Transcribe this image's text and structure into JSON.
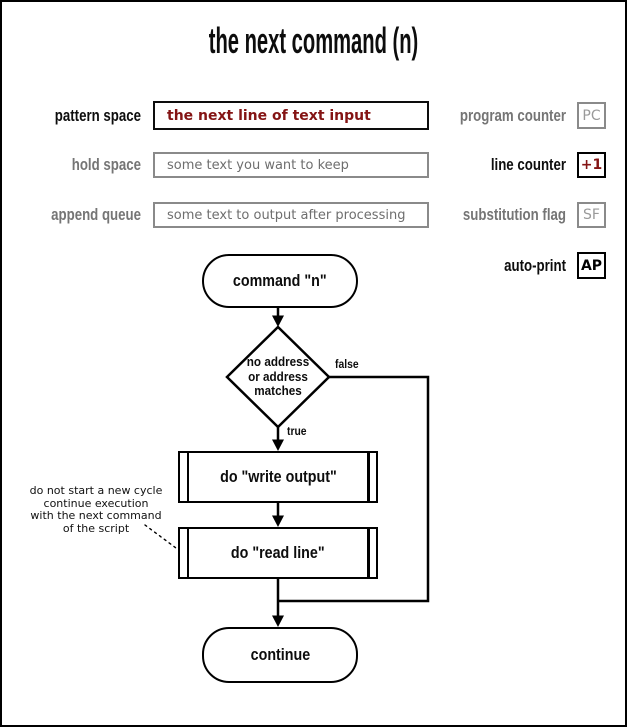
{
  "title": "the next command (n)",
  "registers_left": [
    {
      "label": "pattern space",
      "value": "the next line of text input"
    },
    {
      "label": "hold space",
      "value": "some text you want to keep"
    },
    {
      "label": "append queue",
      "value": "some text to output after processing"
    }
  ],
  "registers_right": [
    {
      "label": "program counter",
      "value": "PC"
    },
    {
      "label": "line counter",
      "value": "+1"
    },
    {
      "label": "substitution flag",
      "value": "SF"
    },
    {
      "label": "auto-print",
      "value": "AP"
    }
  ],
  "flowchart": {
    "start": "command \"n\"",
    "decision": "no address\nor address\nmatches",
    "branch_false": "false",
    "branch_true": "true",
    "process_write": "do \"write output\"",
    "process_read": "do \"read line\"",
    "end": "continue",
    "annotation": "do not start a new cycle\ncontinue execution\nwith the next command\nof the script"
  },
  "colors": {
    "accent_red": "#841414",
    "dim_text": "#6e6e6e",
    "dim_border": "#8a8a8a",
    "line_black": "#000000"
  }
}
